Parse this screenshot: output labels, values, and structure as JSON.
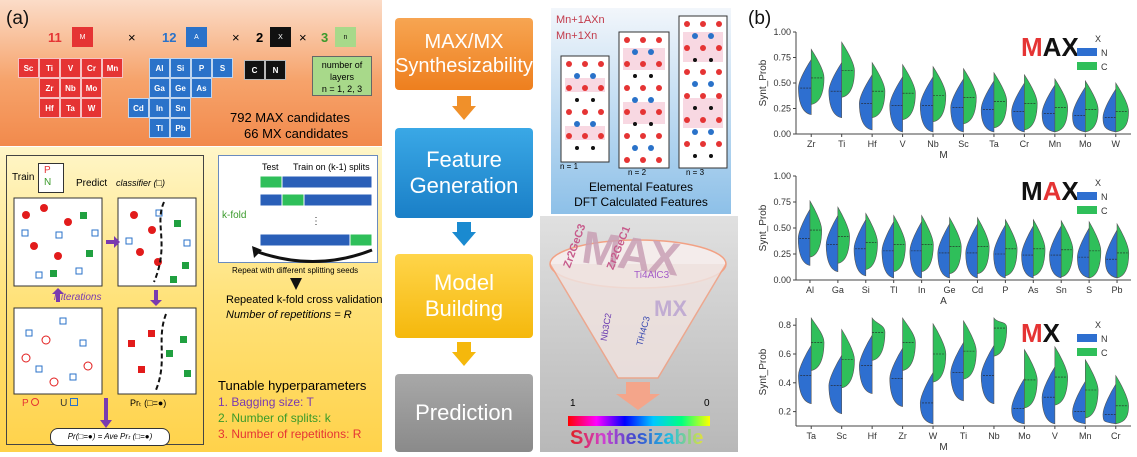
{
  "panel_a": {
    "label": "(a)",
    "counts": {
      "m": "11",
      "a": "12",
      "x": "2",
      "n": "3",
      "times": "×"
    },
    "legend_boxes": {
      "m": "M",
      "a": "A",
      "x": "X",
      "n": "n"
    },
    "m_elements": [
      "Sc",
      "Ti",
      "V",
      "Cr",
      "Mn",
      "Zr",
      "Nb",
      "Mo",
      "Hf",
      "Ta",
      "W"
    ],
    "a_elements": [
      "Al",
      "Si",
      "P",
      "S",
      "Ga",
      "Ge",
      "As",
      "Cd",
      "In",
      "Sn",
      "Tl",
      "Pb"
    ],
    "x_elements": [
      "C",
      "N"
    ],
    "layers_text": [
      "number of",
      "layers",
      "n = 1, 2, 3"
    ],
    "candidates": [
      "792 MAX candidates",
      "66 MX candidates"
    ],
    "train": "Train",
    "predict": "Predict",
    "classifier": "classifier (□)",
    "p_label": "P",
    "n_label": "N",
    "u_label": "U",
    "t_iterations": "T iterations",
    "pr_label": "Prₜ (□=●)",
    "pr_formula": "Pr(□=●) = Ave Prₜ (□=●)",
    "kfold": "k-fold",
    "test": "Test",
    "train_on": "Train on (k-1) splits",
    "repeat": "Repeat with different splitting seeds",
    "repeated": "Repeated k-fold cross validation",
    "num_rep": "Number of repetitions = R",
    "tunable": "Tunable hyperparameters",
    "hp1": "1. Bagging size: T",
    "hp2": "2. Number of splits: k",
    "hp3": "3. Number of repetitions: R"
  },
  "flow": {
    "step1": "MAX/MX Synthesizability",
    "step2": "Feature Generation",
    "step3": "Model Building",
    "step4": "Prediction"
  },
  "structures": {
    "formula1": "Mn+1AXn",
    "formula2": "Mn+1Xn",
    "n1": "n = 1",
    "n2": "n = 2",
    "n3": "n = 3",
    "feat1": "Elemental Features",
    "feat2": "DFT Calculated Features"
  },
  "funnel": {
    "words": [
      "MAX",
      "Zr2GeC3",
      "Zr2GeC1",
      "Ti4AlC3",
      "Nb3C2",
      "TiH4C3",
      "MX"
    ],
    "scale_max": "1",
    "scale_min": "0",
    "bottom": "Synthesizable"
  },
  "panel_b": {
    "label": "(b)",
    "legend_title": "X",
    "legend_n": "N",
    "legend_c": "C"
  },
  "colors": {
    "n": "#2e6fd0",
    "c": "#2fbf5a",
    "red": "#e53434"
  },
  "chart_data": [
    {
      "type": "violin",
      "title": "MAX",
      "xlabel": "M",
      "ylabel": "Synt_Prob",
      "ylim": [
        0,
        1.0
      ],
      "yticks": [
        "0.00",
        "0.25",
        "0.50",
        "0.75",
        "1.00"
      ],
      "categories": [
        "Zr",
        "Ti",
        "Hf",
        "V",
        "Nb",
        "Sc",
        "Ta",
        "Cr",
        "Mn",
        "Mo",
        "W"
      ],
      "series": [
        {
          "name": "N",
          "values": [
            0.45,
            0.42,
            0.3,
            0.28,
            0.28,
            0.26,
            0.24,
            0.22,
            0.2,
            0.18,
            0.16
          ]
        },
        {
          "name": "C",
          "values": [
            0.55,
            0.62,
            0.42,
            0.4,
            0.38,
            0.36,
            0.32,
            0.3,
            0.26,
            0.24,
            0.22
          ]
        }
      ]
    },
    {
      "type": "violin",
      "title": "MAX",
      "xlabel": "A",
      "ylabel": "Synt_Prob",
      "ylim": [
        0,
        1.0
      ],
      "yticks": [
        "0.00",
        "0.25",
        "0.50",
        "0.75",
        "1.00"
      ],
      "categories": [
        "Al",
        "Ga",
        "Si",
        "Tl",
        "In",
        "Ge",
        "Cd",
        "P",
        "As",
        "Sn",
        "S",
        "Pb"
      ],
      "series": [
        {
          "name": "N",
          "values": [
            0.4,
            0.34,
            0.3,
            0.28,
            0.28,
            0.26,
            0.26,
            0.25,
            0.24,
            0.24,
            0.22,
            0.2
          ]
        },
        {
          "name": "C",
          "values": [
            0.48,
            0.42,
            0.36,
            0.34,
            0.34,
            0.32,
            0.32,
            0.3,
            0.3,
            0.29,
            0.28,
            0.26
          ]
        }
      ]
    },
    {
      "type": "violin",
      "title": "MX",
      "xlabel": "M",
      "ylabel": "Synt_Prob",
      "ylim": [
        0.1,
        0.85
      ],
      "yticks": [
        "0.2",
        "0.4",
        "0.6",
        "0.8"
      ],
      "categories": [
        "Ta",
        "Sc",
        "Hf",
        "Zr",
        "W",
        "Ti",
        "Nb",
        "Mo",
        "V",
        "Mn",
        "Cr"
      ],
      "series": [
        {
          "name": "N",
          "values": [
            0.45,
            0.38,
            0.52,
            0.43,
            0.26,
            0.47,
            0.45,
            0.22,
            0.3,
            0.2,
            0.18
          ]
        },
        {
          "name": "C",
          "values": [
            0.68,
            0.56,
            0.75,
            0.68,
            0.6,
            0.62,
            0.78,
            0.42,
            0.44,
            0.35,
            0.24
          ]
        }
      ]
    }
  ]
}
